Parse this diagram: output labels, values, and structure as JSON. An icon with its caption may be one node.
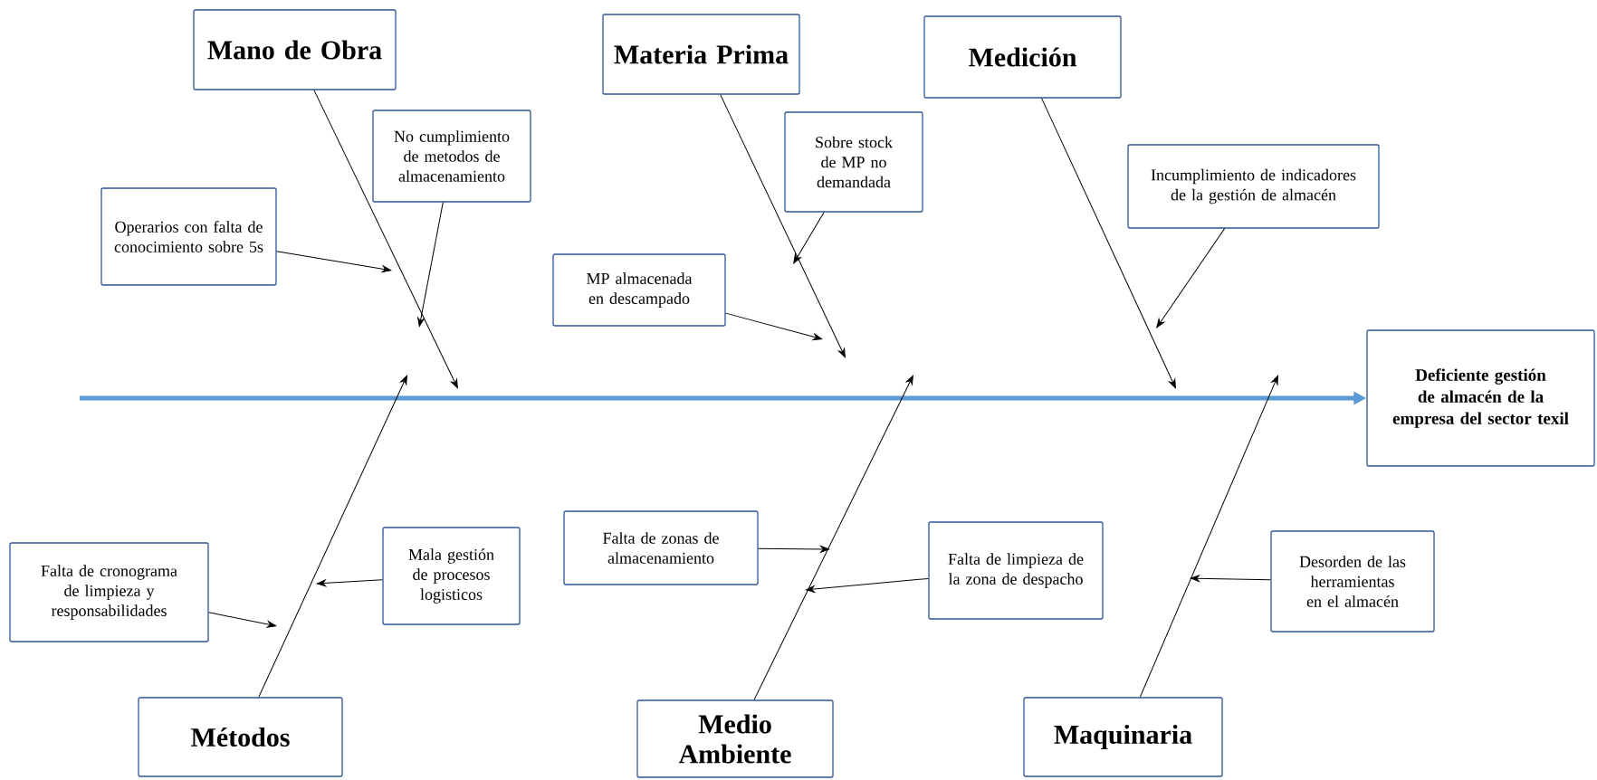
{
  "diagram": {
    "nodes": [
      {
        "text": [
          "Mano de Obra"
        ]
      },
      {
        "text": [
          "Materia Prima"
        ]
      },
      {
        "text": [
          "Medición"
        ]
      },
      {
        "text": [
          "No cumplimiento de metodos de almacenamiento"
        ]
      },
      {
        "text": [
          "Sobre stock de MP no demandada"
        ]
      },
      {
        "text": [
          "Operarios con falta de conocimiento sobre 5s"
        ]
      },
      {
        "text": [
          "Incumplimiento de indicadores de la gestión de almacén"
        ]
      },
      {
        "text": [
          "MP almacenada en descampado"
        ]
      },
      {
        "text": [
          "Deficiente gestión de almacén de la empresa del sector texil"
        ]
      },
      {
        "text": [
          "Falta de zonas de almacenamiento"
        ]
      },
      {
        "text": [
          "Mala gestión de procesos logisticos"
        ]
      },
      {
        "text": [
          "Falta de limpieza de la zona de despacho"
        ]
      },
      {
        "text": [
          "Desorden de las herramientas en el almacén"
        ]
      },
      {
        "text": [
          "Falta de cronograma de limpieza y responsabilidades"
        ]
      },
      {
        "text": [
          "Métodos"
        ]
      },
      {
        "text": [
          "Medio Ambiente"
        ]
      },
      {
        "text": [
          "Maquinaria"
        ]
      }
    ],
    "edges": [
      {
        "from": null,
        "to": 8,
        "arrow": "to",
        "style": "thick",
        "color": "#5b9bd5"
      },
      {
        "from": 0,
        "to": null,
        "arrow": "to"
      },
      {
        "from": 1,
        "to": null,
        "arrow": "to"
      },
      {
        "from": 2,
        "to": null,
        "arrow": "to"
      },
      {
        "from": 14,
        "to": null,
        "arrow": "to"
      },
      {
        "from": 15,
        "to": null,
        "arrow": "to"
      },
      {
        "from": 16,
        "to": null,
        "arrow": "to"
      },
      {
        "from": 5,
        "to": null,
        "arrow": "to"
      },
      {
        "from": 3,
        "to": null,
        "arrow": "to"
      },
      {
        "from": 4,
        "to": null,
        "arrow": "to"
      },
      {
        "from": 7,
        "to": null,
        "arrow": "to"
      },
      {
        "from": 6,
        "to": null,
        "arrow": "to"
      },
      {
        "from": 13,
        "to": null,
        "arrow": "to"
      },
      {
        "from": 10,
        "to": null,
        "arrow": "to"
      },
      {
        "from": 9,
        "to": null,
        "arrow": "to"
      },
      {
        "from": 11,
        "to": null,
        "arrow": "to"
      },
      {
        "from": 12,
        "to": null,
        "arrow": "to"
      }
    ]
  }
}
